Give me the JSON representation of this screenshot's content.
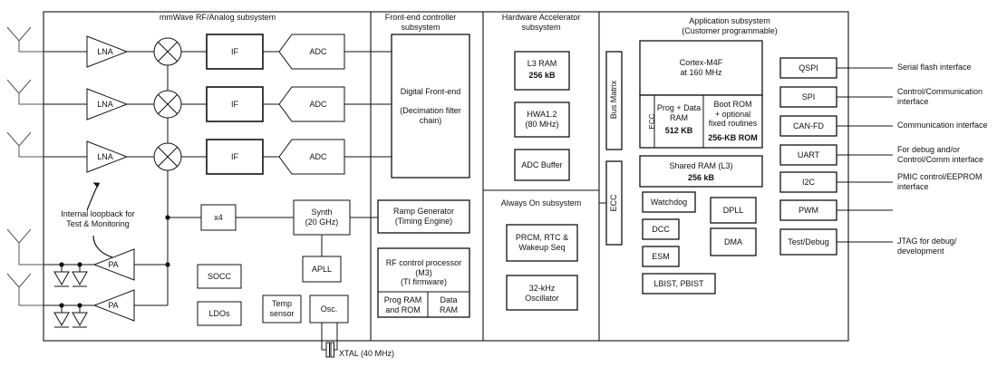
{
  "diagram": {
    "title_note": "mmWave radar SoC block diagram",
    "sections": [
      {
        "id": "rf",
        "label": "mmWave RF/Analog subsystem"
      },
      {
        "id": "fec",
        "label": "Front-end controller\nsubsystem"
      },
      {
        "id": "hwa",
        "label": "Hardware Accelerator\nsubsystem"
      },
      {
        "id": "aon",
        "label": "Always On subsystem"
      },
      {
        "id": "app",
        "label": "Application subsystem\n(Customer programmable)"
      }
    ]
  },
  "rf": {
    "lna": [
      "LNA",
      "LNA",
      "LNA"
    ],
    "if": [
      "IF",
      "IF",
      "IF"
    ],
    "adc": [
      "ADC",
      "ADC",
      "ADC"
    ],
    "pa": [
      "PA",
      "PA"
    ],
    "multiplier": "x4",
    "synth": "Synth\n(20 GHz)",
    "apll": "APLL",
    "socc": "SOCC",
    "ldos": "LDOs",
    "temp_sensor": "Temp\nsensor",
    "osc": "Osc.",
    "loopback_note": "Internal loopback for\nTest & Monitoring",
    "xtal": "XTAL (40 MHz)"
  },
  "front_end_controller": {
    "digital_front_end": "Digital Front-end\n\n(Decimation filter\nchain)",
    "ramp_generator": "Ramp Generator\n(Timing Engine)",
    "rf_control_processor": "RF control  processor\n(M3)\n(TI firmware)",
    "prog_ram_rom": "Prog RAM\nand ROM",
    "data_ram": "Data\nRAM"
  },
  "hardware_accelerator": {
    "l3_ram_label": "L3 RAM",
    "l3_ram_size": "256 kB",
    "hwa": "HWA1.2\n(80 MHz)",
    "adc_buffer": "ADC Buffer"
  },
  "always_on": {
    "prcm": "PRCM, RTC &\nWakeup Seq",
    "osc_32k": "32-kHz\nOscillator"
  },
  "application": {
    "bus_matrix": "Bus Matrix",
    "ecc_top": "ECC",
    "ecc_inner": "ECC",
    "cortex": "Cortex-M4F\nat 160 MHz",
    "prog_data_ram_label": "Prog + Data\nRAM",
    "prog_data_ram_size": "512 KB",
    "boot_rom_label": "Boot ROM\n+ optional\nfixed routines",
    "boot_rom_size": "256-KB ROM",
    "shared_ram_label": "Shared RAM (L3)",
    "shared_ram_size": "256 kB",
    "watchdog": "Watchdog",
    "dcc": "DCC",
    "esm": "ESM",
    "lbist_pbist": "LBIST, PBIST",
    "dpll": "DPLL",
    "dma": "DMA"
  },
  "peripherals": [
    {
      "name": "QSPI",
      "desc": "Serial flash interface"
    },
    {
      "name": "SPI",
      "desc": "Control/Communication\ninterface"
    },
    {
      "name": "CAN-FD",
      "desc": "Communication interface"
    },
    {
      "name": "UART",
      "desc": "For debug and/or\nControl/Comm interface"
    },
    {
      "name": "I2C",
      "desc": "PMIC control/EEPROM\ninterface"
    },
    {
      "name": "PWM",
      "desc": ""
    },
    {
      "name": "Test/Debug",
      "desc": "JTAG for debug/\ndevelopment"
    }
  ],
  "colors": {
    "line": "#111111",
    "thin_line": "#555555",
    "background": "#ffffff",
    "text": "#111111"
  }
}
